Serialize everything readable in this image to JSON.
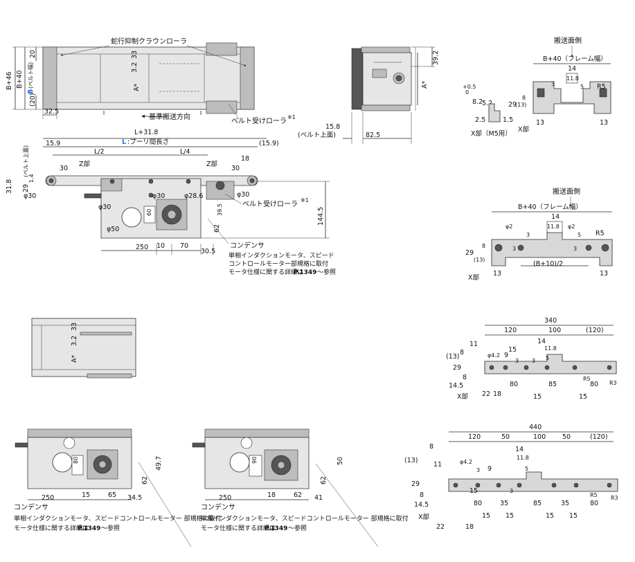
{
  "top_plan": {
    "crown_roller": "蛇行抑制クラウンローラ",
    "ref_direction": "基準搬送方向",
    "belt_roller": "ベルト受けローラ",
    "note_mark": "※1",
    "dim_b46": "B+46",
    "dim_b40": "B+40",
    "dim_belt_b": "B",
    "belt_width": "(ベルト幅)",
    "dim_20a": "20",
    "dim_20b": "(20)",
    "dim_325": "32.5",
    "dim_323": "3.2",
    "dim_33": "33",
    "dim_a": "A*"
  },
  "side_view": {
    "dim_392": "39.2",
    "dim_158": "15.8",
    "belt_top": "(ベルト上面)",
    "dim_825": "82.5",
    "dim_a": "A*"
  },
  "section_m5": {
    "title": "搬送面側",
    "frame_width": "B+40（フレーム幅）",
    "dims": [
      "14",
      "11.8",
      "5",
      "R5",
      "3",
      "8",
      "29",
      "(13)",
      "8.2",
      "+0.5",
      "0",
      "5.2",
      "2.5",
      "1.5",
      "13",
      "13"
    ],
    "x_part": "X部（M5用）",
    "x_label": "X部"
  },
  "front_view": {
    "dim_l318": "L+31.8",
    "dim_l_blue": "L",
    "pulley_pitch": ":プーリ間長さ",
    "dim_159": "15.9",
    "dim_159p": "(15.9)",
    "dim_l2": "L/2",
    "dim_l4": "L/4",
    "z_part": "Z部",
    "dim_30": "30",
    "dim_18": "18",
    "dim_318": "31.8",
    "dim_29": "29",
    "dim_14": "1.4",
    "belt_top": "(ベルト上面)",
    "phi30": "φ30",
    "phi286": "φ28.6",
    "phi50": "φ50",
    "dim_60": "60",
    "dim_395": "39.5",
    "dim_62": "62",
    "dim_1445": "144.5",
    "dim_250": "250",
    "dim_10": "10",
    "dim_70": "70",
    "dim_305": "30.5",
    "belt_roller": "ベルト受けローラ",
    "note_mark": "※1"
  },
  "motor_note": {
    "condenser": "コンデンサ",
    "line1": "単相インダクションモータ、スピード",
    "line2": "コントロールモーター部規格に取付",
    "line3a": "モータ仕様に関する詳細は",
    "line3b": "P.1349",
    "line3c": "～参照"
  },
  "section_b10": {
    "title": "搬送面側",
    "frame_width": "B+40（フレーム幅）",
    "dims": [
      "14",
      "11.8",
      "3",
      "5",
      "R5",
      "29",
      "(13)",
      "8",
      "13",
      "13",
      "3",
      "3"
    ],
    "center": "(B+10)/2",
    "x_label": "X部",
    "phi2a": "φ2",
    "phi2b": "φ2"
  },
  "mid_plan": {
    "dim_323": "3.2",
    "dim_33": "33",
    "dim_a": "A*"
  },
  "section_340": {
    "total": "340",
    "dims_top": [
      "120",
      "100",
      "(120)"
    ],
    "dims": [
      "11",
      "8",
      "(13)",
      "29",
      "φ4.2",
      "9",
      "3",
      "15",
      "14",
      "11.8",
      "5",
      "3",
      "R5",
      "R3",
      "8",
      "14.5",
      "X部",
      "22",
      "18",
      "80",
      "85",
      "80",
      "15",
      "15"
    ]
  },
  "section_440": {
    "total": "440",
    "dims_top": [
      "120",
      "50",
      "100",
      "50",
      "(120)"
    ],
    "dims": [
      "8",
      "(13)",
      "11",
      "29",
      "φ4.2",
      "14",
      "11.8",
      "3",
      "9",
      "15",
      "5",
      "3",
      "8",
      "14.5",
      "X部",
      "22",
      "18",
      "80",
      "35",
      "85",
      "35",
      "80",
      "15",
      "15",
      "15",
      "15",
      "R5",
      "R3"
    ]
  },
  "motor_left": {
    "dim_80": "80",
    "dim_497": "49.7",
    "dim_62": "62",
    "dim_250": "250",
    "dim_15": "15",
    "dim_65": "65",
    "dim_345": "34.5",
    "condenser": "コンデンサ",
    "line1": "単相インダクションモータ、スピードコントロールモーター 部規格に取付",
    "line2a": "モータ仕様に関する詳細は",
    "line2b": "P.1349",
    "line2c": "～参照"
  },
  "motor_right": {
    "dim_90": "90",
    "dim_50": "50",
    "dim_62": "62",
    "dim_250": "250",
    "dim_18": "18",
    "dim_62b": "62",
    "dim_41": "41",
    "condenser": "コンデンサ",
    "line1": "単相インダクションモータ、スピードコントロールモーター 部規格に取付",
    "line2a": "モータ仕様に関する詳細は",
    "line2b": "P.1349",
    "line2c": "～参照"
  }
}
